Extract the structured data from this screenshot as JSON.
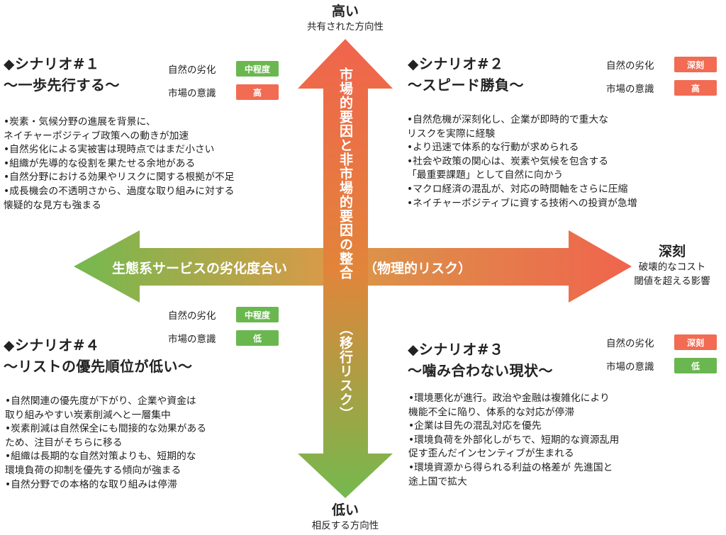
{
  "colors": {
    "high": "#f26b53",
    "mid": "#6ab750",
    "low": "#6ab750",
    "deep": "#f26b53"
  },
  "top": {
    "title": "高い",
    "subtitle": "共有された方向性"
  },
  "bottom": {
    "title": "低い",
    "subtitle": "相反する方向性"
  },
  "right": {
    "title": "深刻",
    "line1": "破壊的なコスト",
    "line2": "閾値を超える影響"
  },
  "vertical_axis": {
    "label": "市場的要因と非市場的要因の整合",
    "sub": "（移行リスク）"
  },
  "horizontal_axis": {
    "label": "生態系サービスの劣化度合い",
    "sub": "（物理的リスク）"
  },
  "badge_labels": {
    "degradation": "自然の劣化",
    "awareness": "市場の意識"
  },
  "scenarios": [
    {
      "title1": "◆シナリオ#１",
      "title2": "〜一歩先行する〜",
      "degradation": "中程度",
      "awareness": "高",
      "bullets": [
        "•炭素・気候分野の進展を背景に、",
        " ネイチャーポジティブ政策への動きが加速",
        "•自然劣化による実被害は現時点ではまだ小さい",
        "•組織が先導的な役割を果たせる余地がある",
        "•自然分野における効果やリスクに関する根拠が不足",
        "•成長機会の不透明さから、過度な取り組みに対する",
        " 懐疑的な見方も強まる"
      ]
    },
    {
      "title1": "◆シナリオ#２",
      "title2": "〜スピード勝負〜",
      "degradation": "深刻",
      "awareness": "高",
      "bullets": [
        "•自然危機が深刻化し、企業が即時的で重大な",
        " リスクを実際に経験",
        "•より迅速で体系的な行動が求められる",
        "•社会や政策の関心は、炭素や気候を包含する",
        " 「最重要課題」として自然に向かう",
        "•マクロ経済の混乱が、対応の時間軸をさらに圧縮",
        "•ネイチャーポジティブに資する技術への投資が急増"
      ]
    },
    {
      "title1": "◆シナリオ#３",
      "title2": "〜噛み合わない現状〜",
      "degradation": "深刻",
      "awareness": "低",
      "bullets": [
        "•環境悪化が進行。政治や金融は複雑化により",
        " 機能不全に陥り、体系的な対応が停滞",
        "•企業は目先の混乱対応を優先",
        "•環境負荷を外部化しがちで、短期的な資源乱用",
        " 促す歪んだインセンティブが生まれる",
        "•環境資源から得られる利益の格差が 先進国と",
        " 途上国で拡大"
      ]
    },
    {
      "title1": "◆シナリオ#４",
      "title2": "〜リストの優先順位が低い〜",
      "degradation": "中程度",
      "awareness": "低",
      "bullets": [
        "•自然関連の優先度が下がり、企業や資金は",
        " 取り組みやすい炭素削減へと一層集中",
        "•炭素削減は自然保全にも間接的な効果がある",
        " ため、注目がそちらに移る",
        "•組織は長期的な自然対策よりも、短期的な",
        " 環境負荷の抑制を優先する傾向が強まる",
        "•自然分野での本格的な取り組みは停滞"
      ]
    }
  ]
}
